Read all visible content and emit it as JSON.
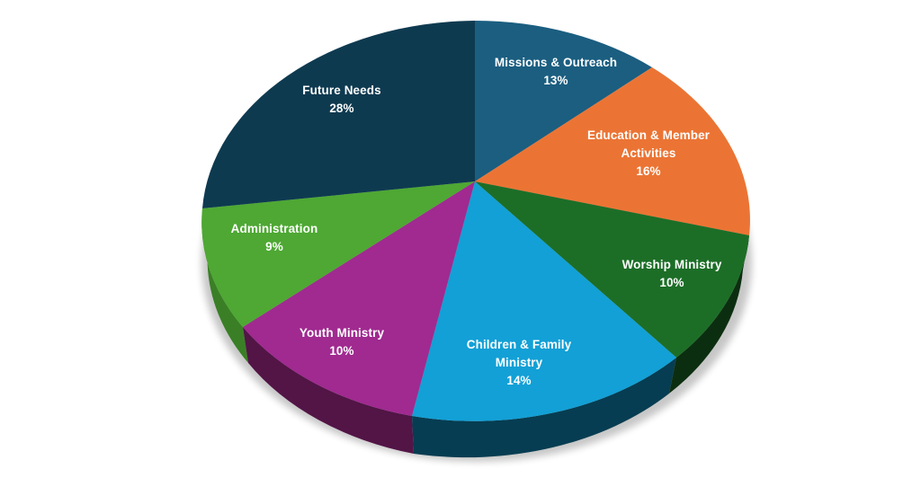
{
  "chart_data": {
    "type": "pie",
    "style": "3d-perspective",
    "title": "",
    "legend": "none (data labels on slices)",
    "slices": [
      {
        "label": "Missions & Outreach",
        "value": 13,
        "display": "13%",
        "color": "#1b5e80",
        "side_color": "#123f56"
      },
      {
        "label": "Education & Member Activities",
        "value": 16,
        "display": "16%",
        "color": "#eb7434",
        "side_color": "#a8501f"
      },
      {
        "label": "Worship Ministry",
        "value": 10,
        "display": "10%",
        "color": "#1c6e27",
        "side_color": "#0c2e10"
      },
      {
        "label": "Children & Family Ministry",
        "value": 14,
        "display": "14%",
        "color": "#12a0d6",
        "side_color": "#063d52"
      },
      {
        "label": "Youth Ministry",
        "value": 10,
        "display": "10%",
        "color": "#a02a90",
        "side_color": "#521546"
      },
      {
        "label": "Administration",
        "value": 9,
        "display": "9%",
        "color": "#4ea833",
        "side_color": "#3a7f26"
      },
      {
        "label": "Future Needs",
        "value": 28,
        "display": "28%",
        "color": "#0e3a50",
        "side_color": "#0a2a3a"
      }
    ]
  },
  "labels": {
    "missions": {
      "line1": "Missions & Outreach",
      "pct": "13%"
    },
    "education": {
      "line1": "Education & Member",
      "line2": "Activities",
      "pct": "16%"
    },
    "worship": {
      "line1": "Worship Ministry",
      "pct": "10%"
    },
    "children": {
      "line1": "Children &  Family",
      "line2": "Ministry",
      "pct": "14%"
    },
    "youth": {
      "line1": "Youth Ministry",
      "pct": "10%"
    },
    "administration": {
      "line1": "Administration",
      "pct": "9%"
    },
    "future": {
      "line1": "Future Needs",
      "pct": "28%"
    }
  }
}
